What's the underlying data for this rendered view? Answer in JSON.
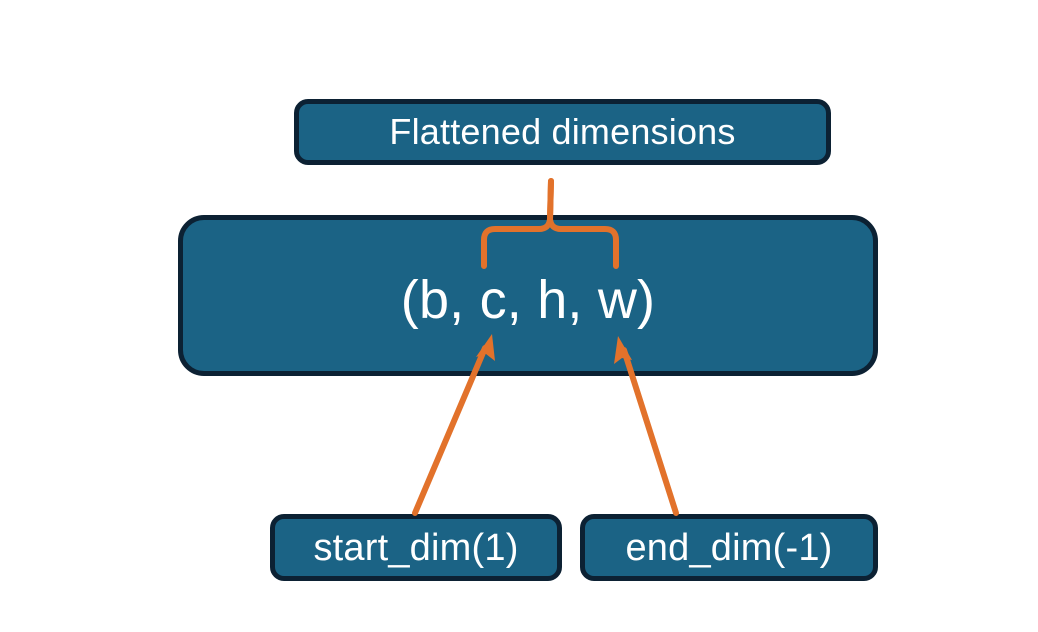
{
  "diagram": {
    "title_node": {
      "label": "Flattened dimensions",
      "name": "flattened-dimensions-node"
    },
    "shape_node": {
      "label": "(b, c, h, w)",
      "dims": [
        "b",
        "c",
        "h",
        "w"
      ],
      "name": "tensor-shape-node"
    },
    "param_nodes": [
      {
        "label": "start_dim(1)",
        "name": "start-dim-node",
        "value": "1"
      },
      {
        "label": "end_dim(-1)",
        "name": "end-dim-node",
        "value": "-1"
      }
    ],
    "connectors": {
      "brace": {
        "name": "flatten-range-brace",
        "spans_dims": [
          "c",
          "h",
          "w"
        ],
        "points_to": "Flattened dimensions"
      },
      "arrows": [
        {
          "name": "start-dim-arrow",
          "from": "start_dim(1)",
          "to": "c"
        },
        {
          "name": "end-dim-arrow",
          "from": "end_dim(-1)",
          "to": "w"
        }
      ]
    },
    "colors": {
      "node_fill": "#1b6385",
      "node_border": "#0c2133",
      "node_text": "#ffffff",
      "accent": "#e2722b",
      "background": "#ffffff"
    }
  }
}
